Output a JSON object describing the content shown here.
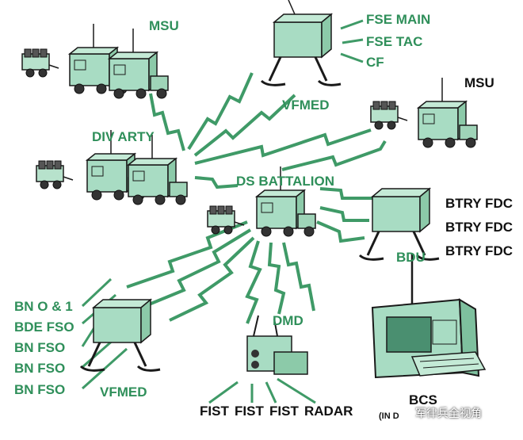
{
  "colors": {
    "accent": "#3f9a67",
    "vehicle_fill": "#a8dcc3",
    "outline": "#1a1a1a",
    "label": "#2f8f5a"
  },
  "labels": {
    "msu_top": "MSU",
    "fse_main": "FSE MAIN",
    "fse_tac": "FSE TAC",
    "cf": "CF",
    "vfmed_top": "VFMED",
    "msu_right": "MSU",
    "div_arty": "DIV ARTY",
    "ds_battalion": "DS BATTALION",
    "btry_fdc_1": "BTRY FDC",
    "btry_fdc_2": "BTRY FDC",
    "btry_fdc_3": "BTRY FDC",
    "bdu": "BDU",
    "bn_o_1": "BN O & 1",
    "bde_fso": "BDE FSO",
    "bn_fso_1": "BN FSO",
    "bn_fso_2": "BN FSO",
    "bn_fso_3": "BN FSO",
    "vfmed_bottom": "VFMED",
    "dmd": "DMD",
    "fist_1": "FIST",
    "fist_2": "FIST",
    "fist_3": "FIST",
    "radar": "RADAR",
    "bcs": "BCS",
    "bcs_sub": "(IN D"
  },
  "watermark": "军律兵全视角"
}
